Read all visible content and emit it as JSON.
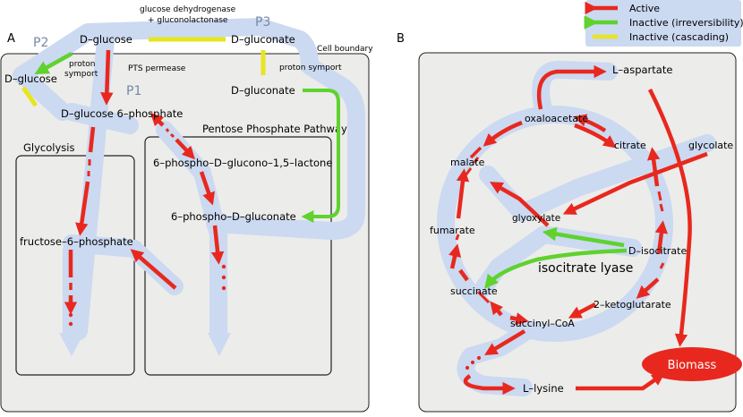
{
  "panel_a": {
    "letter": "A",
    "cell_boundary": "Cell boundary",
    "pathways": {
      "p1": "P1",
      "p2": "P2",
      "p3": "P3"
    },
    "enzymes": {
      "glucose_dehydrogenase": "glucose dehydrogenase",
      "gluconolactonase": "+ gluconolactonase",
      "pts_permease": "PTS permease",
      "proton_symport_left_1": "proton",
      "proton_symport_left_2": "symport",
      "proton_symport_right": "proton symport"
    },
    "compounds": {
      "d_glucose_top": "D–glucose",
      "d_glucose_left": "D–glucose",
      "d_gluconate_top": "D–gluconate",
      "d_gluconate_inside": "D–gluconate",
      "g6p": "D–glucose 6–phosphate",
      "lactone": "6–phospho–D–glucono–1,5–lactone",
      "phosphogluconate": "6–phospho–D–gluconate",
      "f6p": "fructose–6–phosphate"
    },
    "boxes": {
      "glycolysis": "Glycolysis",
      "ppp": "Pentose Phosphate Pathway"
    }
  },
  "panel_b": {
    "letter": "B",
    "compounds": {
      "l_aspartate": "L–aspartate",
      "oxaloacetate": "oxaloacetate",
      "citrate": "citrate",
      "glycolate": "glycolate",
      "malate": "malate",
      "glyoxylate": "glyoxylate",
      "fumarate": "fumarate",
      "d_isocitrate": "D–isocitrate",
      "succinate": "succinate",
      "ketoglutarate": "2–ketoglutarate",
      "succinyl_coa": "succinyl–CoA",
      "l_lysine": "L–lysine",
      "biomass": "Biomass"
    },
    "enzyme": "isocitrate lyase"
  },
  "legend": {
    "items": [
      {
        "label": "Active",
        "color": "#e8281e"
      },
      {
        "label": "Inactive (irreversibility)",
        "color": "#5fd22e"
      },
      {
        "label": "Inactive (cascading)",
        "color": "#e6e61e"
      }
    ]
  },
  "colors": {
    "halo": "#cbd9f1",
    "cell_fill": "#ececea",
    "biomass_fill": "#e8281e",
    "active": "#e8281e",
    "irreversible": "#5fd22e",
    "cascading": "#e6e61e"
  }
}
